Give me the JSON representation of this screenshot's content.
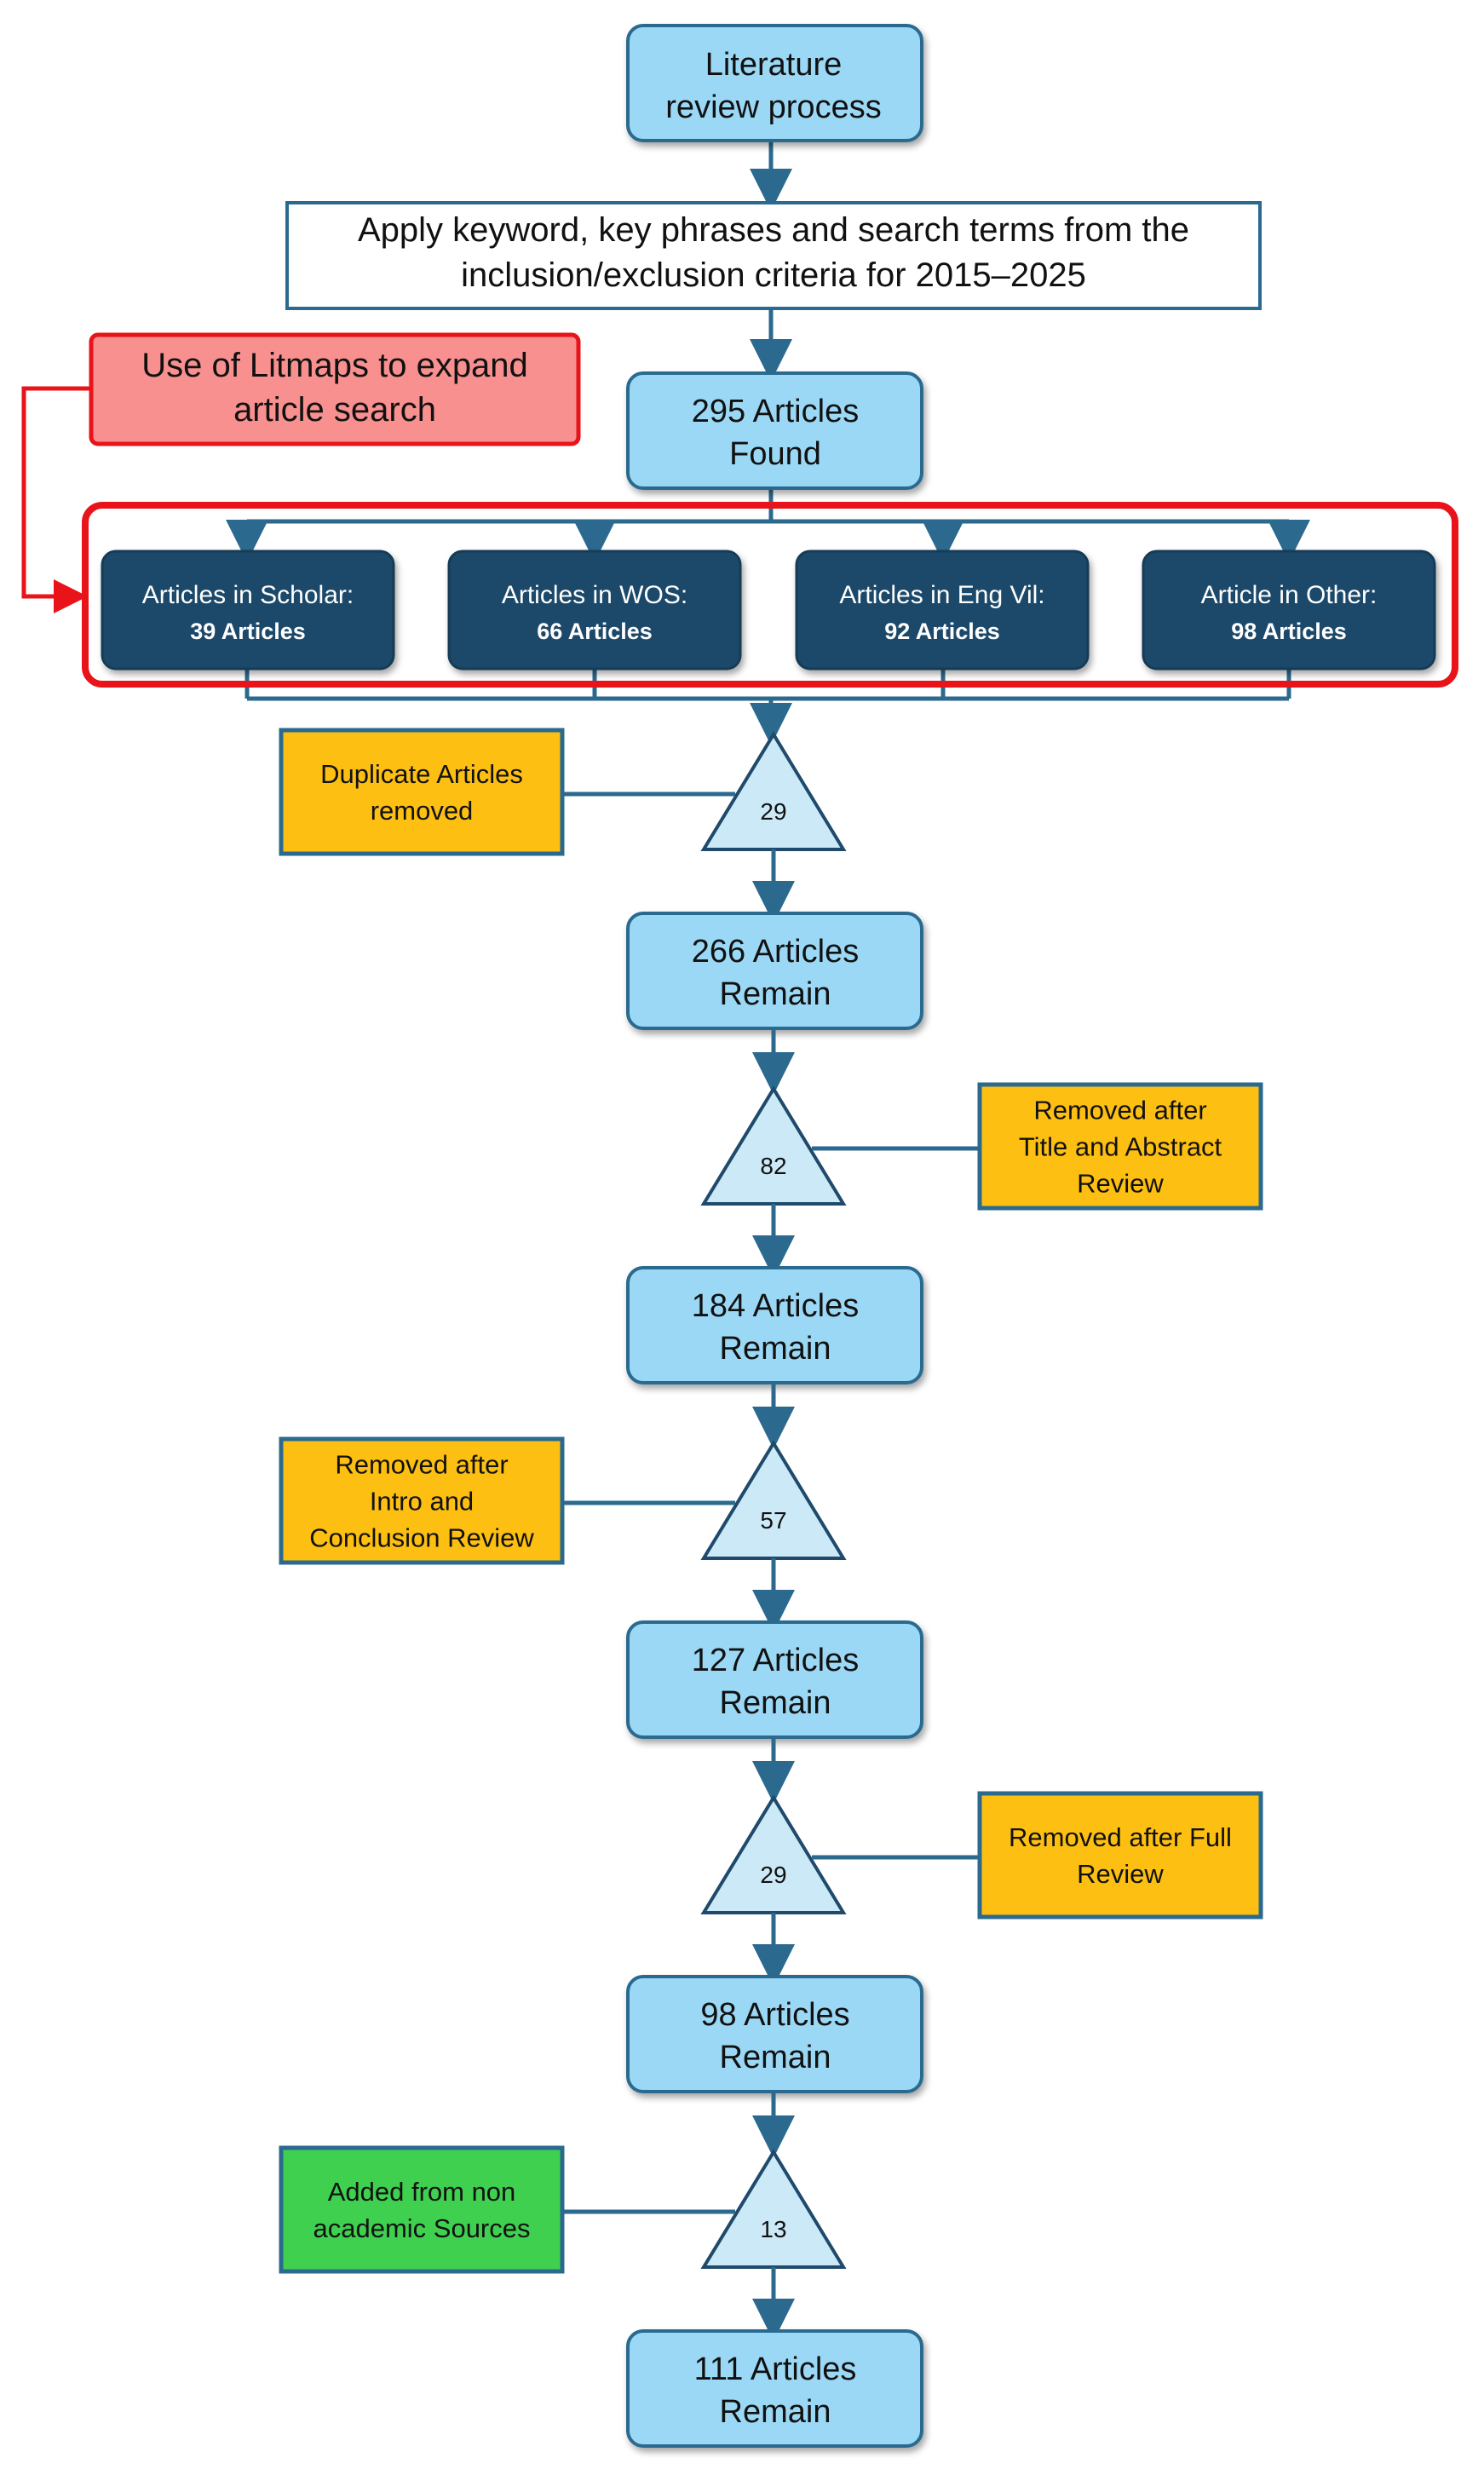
{
  "start": {
    "line1": "Literature",
    "line2": "review process"
  },
  "criteria": {
    "line1": "Apply keyword, key phrases and search terms from the",
    "line2": "inclusion/exclusion criteria for 2015–2025"
  },
  "litmaps": {
    "line1": "Use of Litmaps to expand",
    "line2": "article search"
  },
  "found": {
    "line1": "295 Articles",
    "line2": "Found"
  },
  "sources": [
    {
      "label": "Articles in Scholar:",
      "count": "39 Articles"
    },
    {
      "label": "Articles in WOS:",
      "count": "66 Articles"
    },
    {
      "label": "Articles in Eng Vil:",
      "count": "92 Articles"
    },
    {
      "label": "Article in Other:",
      "count": "98 Articles"
    }
  ],
  "stages": [
    {
      "triangle": "29",
      "note": [
        "Duplicate Articles",
        "removed"
      ],
      "note_type": "removed",
      "remain": [
        "266 Articles",
        "Remain"
      ]
    },
    {
      "triangle": "82",
      "note": [
        "Removed after",
        "Title and Abstract",
        "Review"
      ],
      "note_type": "removed",
      "remain": [
        "184 Articles",
        "Remain"
      ]
    },
    {
      "triangle": "57",
      "note": [
        "Removed after",
        "Intro and",
        "Conclusion Review"
      ],
      "note_type": "removed",
      "remain": [
        "127 Articles",
        "Remain"
      ]
    },
    {
      "triangle": "29",
      "note": [
        "Removed after Full",
        "Review"
      ],
      "note_type": "removed",
      "remain": [
        "98 Articles",
        "Remain"
      ]
    },
    {
      "triangle": "13",
      "note": [
        "Added from non",
        "academic Sources"
      ],
      "note_type": "added",
      "remain": [
        "111 Articles",
        "Remain"
      ]
    }
  ],
  "colors": {
    "light_box": "#9bd8f5",
    "light_box_border": "#2b6a8e",
    "dark_box": "#1f4a6b",
    "arrow": "#2b6a8e",
    "triangle_fill": "#cce9f7",
    "removed_note": "#fdbf12",
    "added_note": "#3fd04f",
    "litmaps_fill": "#f7908f",
    "highlight_red": "#e8141a"
  }
}
